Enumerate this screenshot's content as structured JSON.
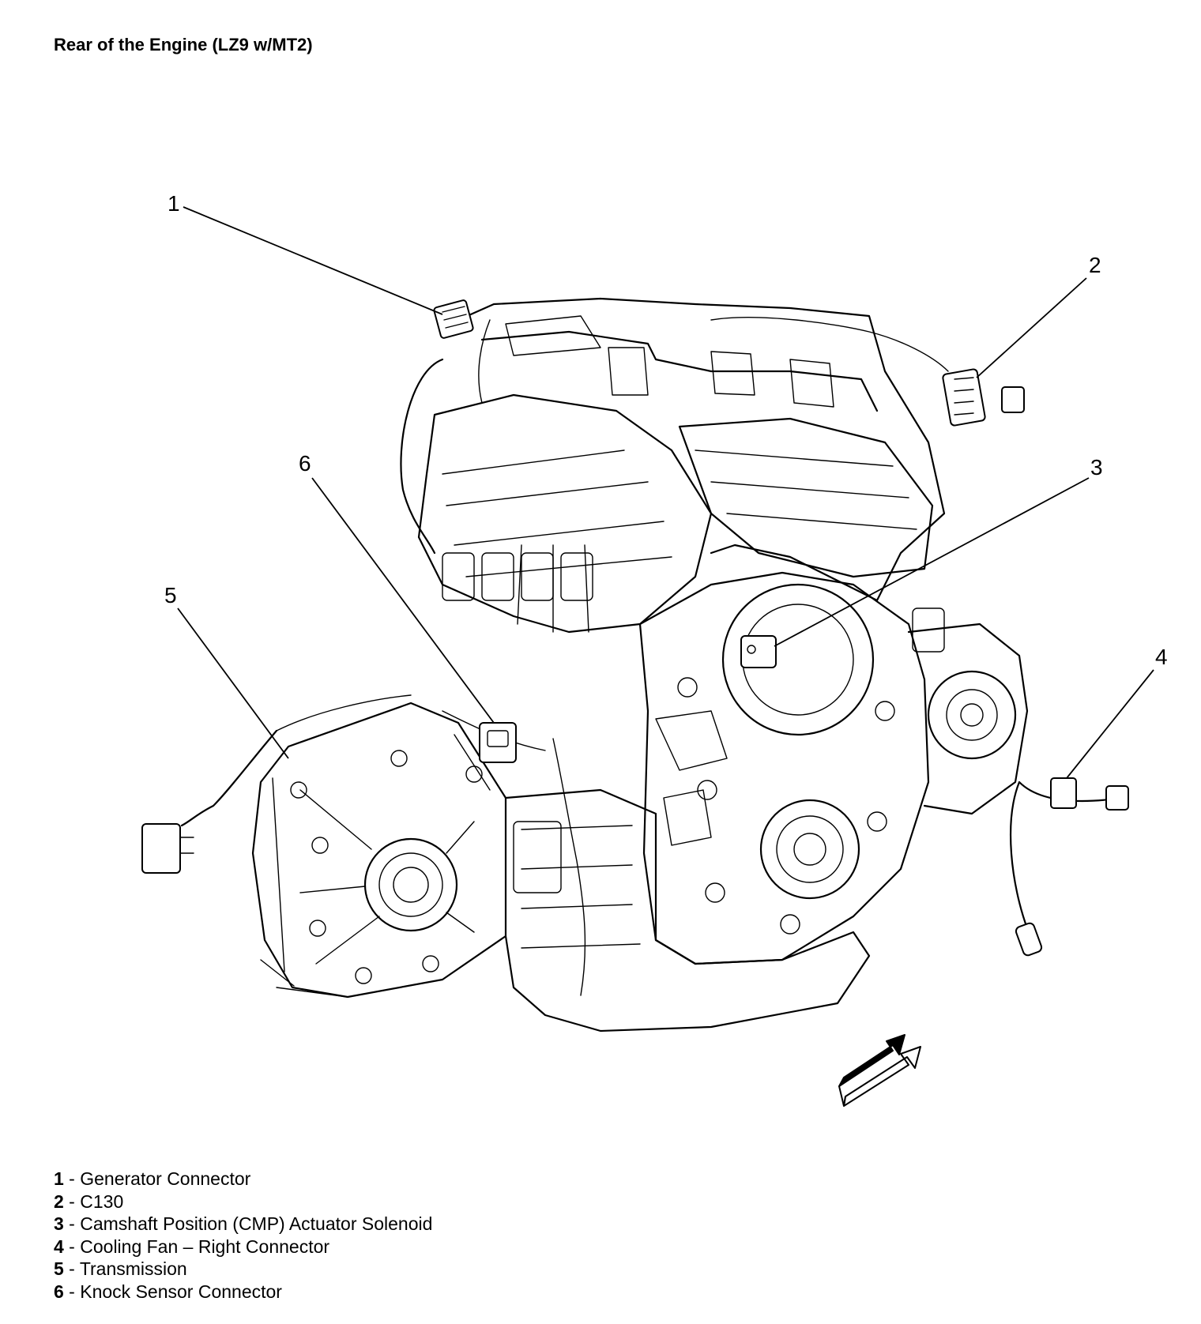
{
  "title": "Rear of the Engine (LZ9 w/MT2)",
  "callouts": [
    {
      "id": "1",
      "label": "Generator Connector"
    },
    {
      "id": "2",
      "label": "C130"
    },
    {
      "id": "3",
      "label": "Camshaft Position (CMP) Actuator Solenoid"
    },
    {
      "id": "4",
      "label": "Cooling Fan – Right Connector"
    },
    {
      "id": "5",
      "label": "Transmission"
    },
    {
      "id": "6",
      "label": "Knock Sensor Connector"
    }
  ],
  "legend_separator": " - ",
  "icons": {
    "direction": "front-direction-arrow-icon"
  }
}
